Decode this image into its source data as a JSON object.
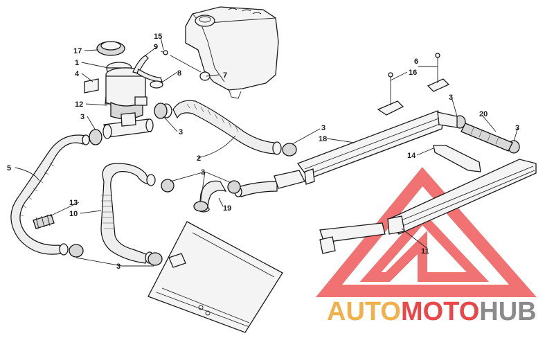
{
  "diagram": {
    "callouts": [
      {
        "id": "c17",
        "text": "17"
      },
      {
        "id": "c1",
        "text": "1"
      },
      {
        "id": "c4",
        "text": "4"
      },
      {
        "id": "c12",
        "text": "12"
      },
      {
        "id": "c3a",
        "text": "3"
      },
      {
        "id": "c15",
        "text": "15"
      },
      {
        "id": "c9",
        "text": "9"
      },
      {
        "id": "c8",
        "text": "8"
      },
      {
        "id": "c7",
        "text": "7"
      },
      {
        "id": "c3b",
        "text": "3"
      },
      {
        "id": "c2",
        "text": "2"
      },
      {
        "id": "c5",
        "text": "5"
      },
      {
        "id": "c13",
        "text": "13"
      },
      {
        "id": "c10",
        "text": "10"
      },
      {
        "id": "c3c",
        "text": "3"
      },
      {
        "id": "c3d",
        "text": "3"
      },
      {
        "id": "c19",
        "text": "19"
      },
      {
        "id": "c3e",
        "text": "3"
      },
      {
        "id": "c18",
        "text": "18"
      },
      {
        "id": "c6",
        "text": "6"
      },
      {
        "id": "c16",
        "text": "16"
      },
      {
        "id": "c3f",
        "text": "3"
      },
      {
        "id": "c20",
        "text": "20"
      },
      {
        "id": "c3g",
        "text": "3"
      },
      {
        "id": "c14",
        "text": "14"
      },
      {
        "id": "c11",
        "text": "11"
      }
    ]
  },
  "watermark": {
    "part1": "AUTO",
    "part2": "MOTO",
    "part3": "HUB",
    "color_primary": "#f2b04a",
    "color_secondary": "#e9474a",
    "color_tertiary": "#8a8a8a"
  }
}
